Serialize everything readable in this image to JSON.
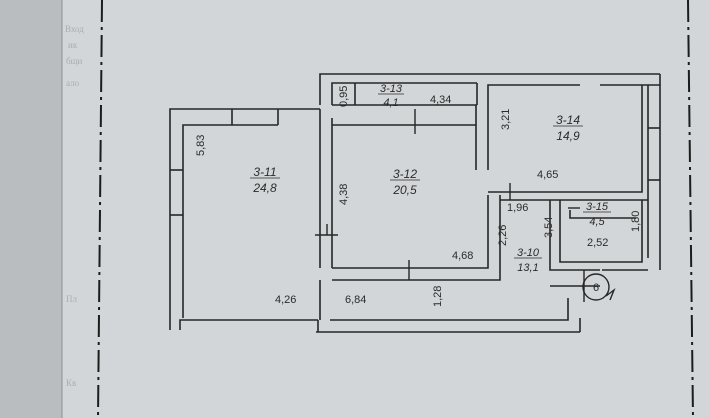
{
  "rooms": [
    {
      "code": "3-11",
      "area": "24,8"
    },
    {
      "code": "3-12",
      "area": "20,5"
    },
    {
      "code": "3-13",
      "area": "4,1"
    },
    {
      "code": "3-14",
      "area": "14,9"
    },
    {
      "code": "3-15",
      "area": "4,5"
    },
    {
      "code": "3-10",
      "area": "13,1"
    }
  ],
  "dimensions": {
    "d1": "0,95",
    "d2": "4,34",
    "d3": "3,21",
    "d4": "5,83",
    "d5": "4,38",
    "d6": "4,65",
    "d7": "1,96",
    "d8": "1,80",
    "d9": "2,26",
    "d10": "3,54",
    "d11": "2,52",
    "d12": "4,68",
    "d13": "4,26",
    "d14": "6,84",
    "d15": "1,28"
  },
  "section_mark": "6",
  "margin_text": {
    "t1": "Вход",
    "t2": "ик",
    "t3": "бщи",
    "t4": "ало",
    "t5": "Пл",
    "t6": "Кв"
  }
}
